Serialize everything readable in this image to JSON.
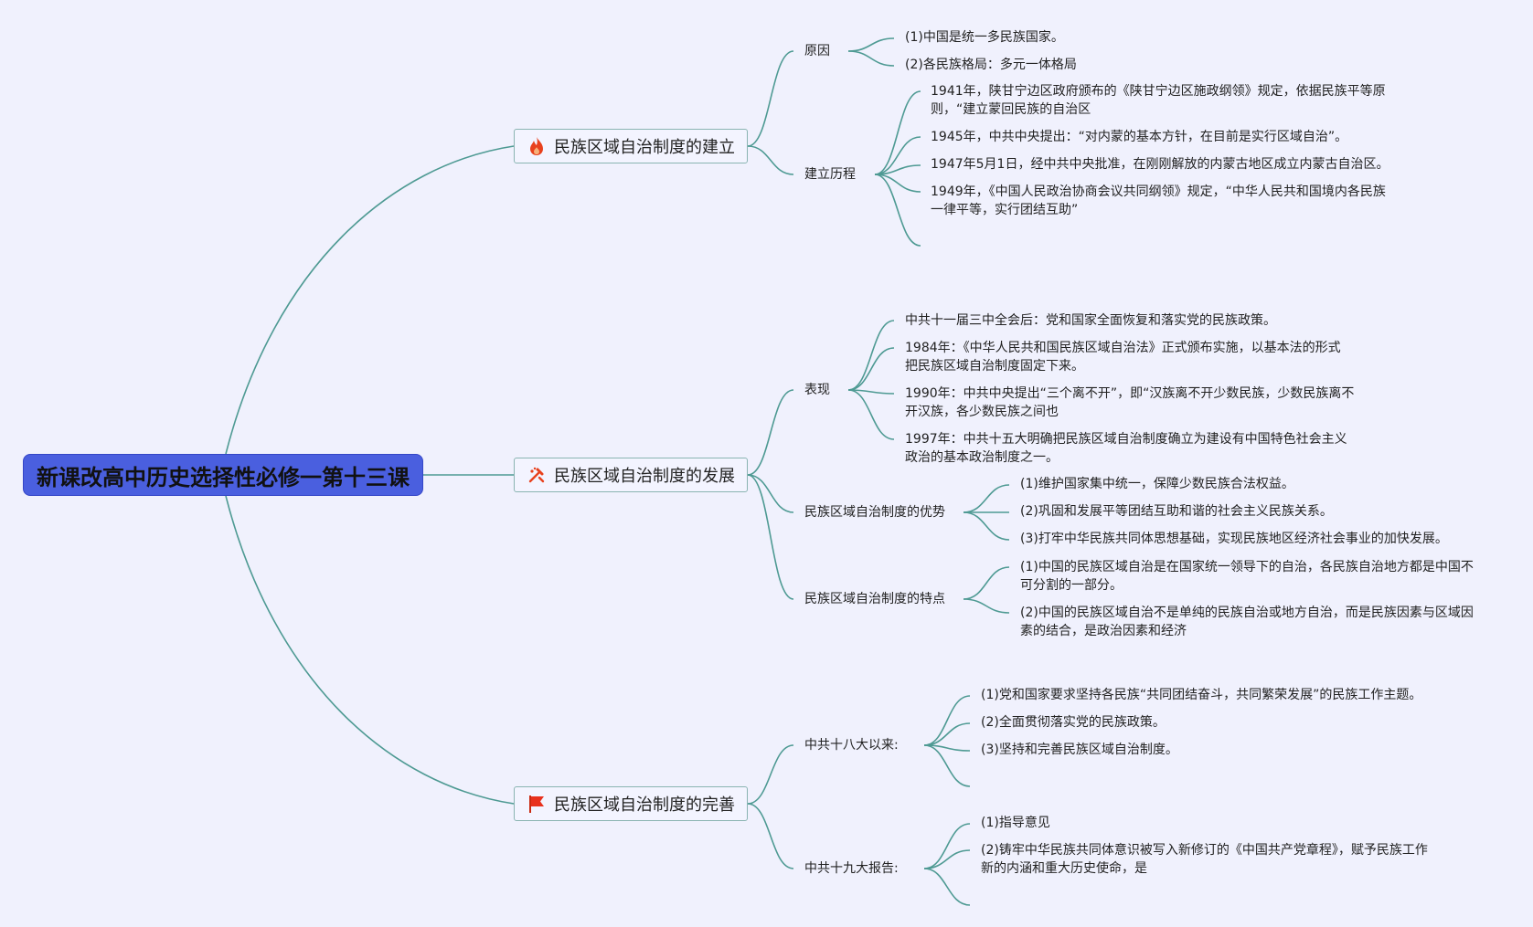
{
  "root": {
    "label": "新课改高中历史选择性必修一第十三课"
  },
  "branches": [
    {
      "label": "民族区域自治制度的建立",
      "icon": "fire-icon",
      "icon_color": "#e8411d",
      "subs": [
        {
          "label": "原因",
          "leaves": [
            "(1)中国是统一多民族国家。",
            "(2)各民族格局：多元一体格局"
          ]
        },
        {
          "label": "建立历程",
          "leaves": [
            "1941年，陕甘宁边区政府颁布的《陕甘宁边区施政纲领》规定，依据民族平等原则，“建立蒙回民族的自治区",
            "1945年，中共中央提出：“对内蒙的基本方针，在目前是实行区域自治”。",
            "1947年5月1日，经中共中央批准，在刚刚解放的内蒙古地区成立内蒙古自治区。",
            "1949年，《中国人民政治协商会议共同纲领》规定，“中华人民共和国境内各民族一律平等，实行团结互助”",
            ""
          ]
        }
      ]
    },
    {
      "label": "民族区域自治制度的发展",
      "icon": "tools-icon",
      "icon_color": "#e8411d",
      "subs": [
        {
          "label": "表现",
          "leaves": [
            "中共十一届三中全会后：党和国家全面恢复和落实党的民族政策。",
            "1984年：《中华人民共和国民族区域自治法》正式颁布实施，以基本法的形式把民族区域自治制度固定下来。",
            "1990年：中共中央提出“三个离不开”，即“汉族离不开少数民族，少数民族离不开汉族，各少数民族之间也",
            "1997年：中共十五大明确把民族区域自治制度确立为建设有中国特色社会主义政治的基本政治制度之一。"
          ]
        },
        {
          "label": "民族区域自治制度的优势",
          "leaves": [
            "(1)维护国家集中统一，保障少数民族合法权益。",
            "(2)巩固和发展平等团结互助和谐的社会主义民族关系。",
            "(3)打牢中华民族共同体思想基础，实现民族地区经济社会事业的加快发展。"
          ]
        },
        {
          "label": "民族区域自治制度的特点",
          "leaves": [
            "(1)中国的民族区域自治是在国家统一领导下的自治，各民族自治地方都是中国不可分割的一部分。",
            "(2)中国的民族区域自治不是单纯的民族自治或地方自治，而是民族因素与区域因素的结合，是政治因素和经济"
          ]
        }
      ]
    },
    {
      "label": "民族区域自治制度的完善",
      "icon": "flag-icon",
      "icon_color": "#e8311d",
      "subs": [
        {
          "label": "中共十八大以来:",
          "leaves": [
            "(1)党和国家要求坚持各民族“共同团结奋斗，共同繁荣发展”的民族工作主题。",
            "(2)全面贯彻落实党的民族政策。",
            "(3)坚持和完善民族区域自治制度。",
            ""
          ]
        },
        {
          "label": "中共十九大报告:",
          "leaves": [
            "(1)指导意见",
            "(2)铸牢中华民族共同体意识被写入新修订的《中国共产党章程》，赋予民族工作新的内涵和重大历史使命，是",
            ""
          ]
        }
      ]
    }
  ],
  "colors": {
    "line": "#4e9a93",
    "root_bg": "#4a5fdf"
  }
}
